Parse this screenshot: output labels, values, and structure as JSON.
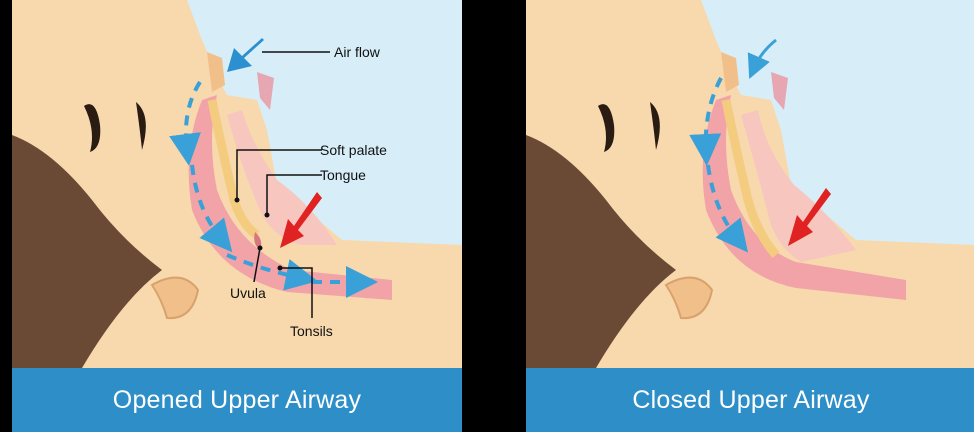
{
  "panels": [
    {
      "caption": "Opened Upper Airway",
      "labels": {
        "air_flow": "Air flow",
        "soft_palate": "Soft palate",
        "tongue": "Tongue",
        "uvula": "Uvula",
        "tonsils": "Tonsils"
      },
      "airway_state": "open"
    },
    {
      "caption": "Closed Upper Airway",
      "airway_state": "closed"
    }
  ],
  "colors": {
    "sky": "#d7eef8",
    "skin": "#f7d9ad",
    "hair": "#6b4a35",
    "airway": "#f1a3a8",
    "caption_bar": "#2e8fc8",
    "flow_arrow": "#3aa0d8",
    "pressure_arrow": "#e02222"
  }
}
